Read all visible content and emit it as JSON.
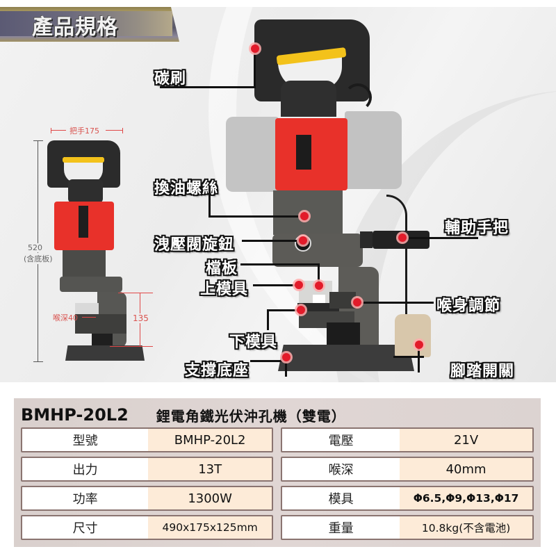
{
  "header": {
    "title": "產品規格"
  },
  "dimension_view": {
    "handle_width_label": "把手175",
    "height_label": "520",
    "height_note": "(含底板)",
    "throat_depth_label": "喉深40",
    "throat_height_label": "135"
  },
  "callouts": {
    "carbon_brush": "碳刷",
    "oil_screw": "換油螺絲",
    "relief_valve_knob": "洩壓閥旋鈕",
    "baffle": "檔板",
    "upper_die": "上模具",
    "lower_die": "下模具",
    "support_base": "支撐底座",
    "aux_handle": "輔助手把",
    "throat_adjust": "喉身調節",
    "foot_switch": "腳踏開關"
  },
  "spec": {
    "model": "BMHP-20L2",
    "product_name": "鋰電角鐵光伏沖孔機（雙電）",
    "left_rows": [
      {
        "label": "型號",
        "value": "BMHP-20L2"
      },
      {
        "label": "出力",
        "value": "13T"
      },
      {
        "label": "功率",
        "value": "1300W"
      },
      {
        "label": "尺寸",
        "value": "490x175x125mm"
      }
    ],
    "right_rows": [
      {
        "label": "電壓",
        "value": "21V"
      },
      {
        "label": "喉深",
        "value": "40mm"
      },
      {
        "label": "模具",
        "value": "Φ6.5,Φ9,Φ13,Φ17"
      },
      {
        "label": "重量",
        "value": "10.8kg(不含電池)"
      }
    ]
  },
  "colors": {
    "accent_red": "#e21b2a",
    "machine_red": "#e8312a",
    "handle_yellow": "#f3c21b",
    "value_cell_bg": "#fdebd8",
    "panel_bg": "#ddd3d1",
    "dimension_red": "#d9534f"
  }
}
